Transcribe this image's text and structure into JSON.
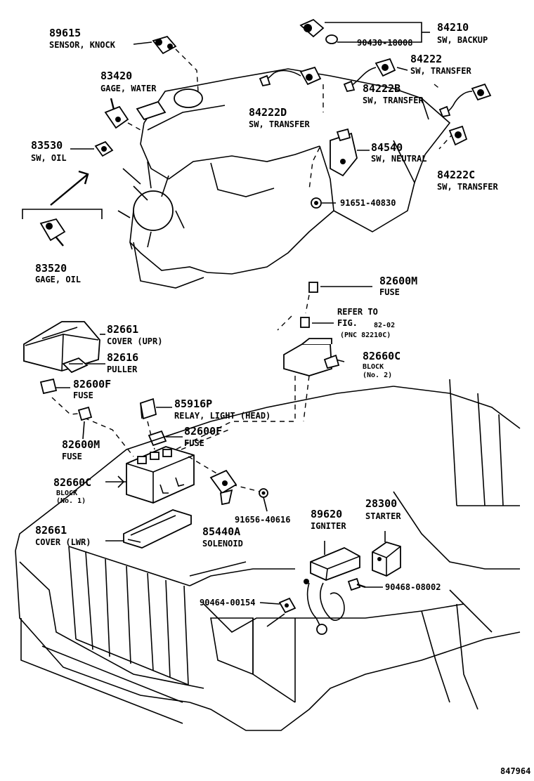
{
  "diagram_id": "847964",
  "labels": {
    "p89615": {
      "part": "89615",
      "name": "SENSOR, KNOCK"
    },
    "p83420": {
      "part": "83420",
      "name": "GAGE, WATER"
    },
    "p83530": {
      "part": "83530",
      "name": "SW, OIL"
    },
    "p83520": {
      "part": "83520",
      "name": "GAGE, OIL"
    },
    "p84210": {
      "part": "84210",
      "name": "SW, BACKUP"
    },
    "p90430": {
      "part": "90430-18008"
    },
    "p84222": {
      "part": "84222",
      "name": "SW, TRANSFER"
    },
    "p84222b": {
      "part": "84222B",
      "name": "SW, TRANSFER"
    },
    "p84222d": {
      "part": "84222D",
      "name": "SW, TRANSFER"
    },
    "p84540": {
      "part": "84540",
      "name": "SW, NEUTRAL"
    },
    "p84222c": {
      "part": "84222C",
      "name": "SW, TRANSFER"
    },
    "p91651": {
      "part": "91651-40830"
    },
    "p82600m_top": {
      "part": "82600M",
      "name": "FUSE"
    },
    "refer": {
      "line1": "REFER TO",
      "line2": "FIG.",
      "fig": "82-02",
      "pnc": "(PNC 82210C)"
    },
    "p82660c_top": {
      "part": "82660C",
      "name": "BLOCK",
      "sub": "(No. 2)"
    },
    "p82661_upr": {
      "part": "82661",
      "name": "COVER (UPR)"
    },
    "p82616": {
      "part": "82616",
      "name": "PULLER"
    },
    "p82600f_left": {
      "part": "82600F",
      "name": "FUSE"
    },
    "p85916p": {
      "part": "85916P",
      "name": "RELAY, LIGHT (HEAD)"
    },
    "p82600f_mid": {
      "part": "82600F",
      "name": "FUSE"
    },
    "p82600m_left": {
      "part": "82600M",
      "name": "FUSE"
    },
    "p82660c_left": {
      "part": "82660C",
      "name": "BLOCK",
      "sub": "(No. 1)"
    },
    "p91656": {
      "part": "91656-40616"
    },
    "p82661_lwr": {
      "part": "82661",
      "name": "COVER (LWR)"
    },
    "p85440a": {
      "part": "85440A",
      "name": "SOLENOID"
    },
    "p89620": {
      "part": "89620",
      "name": "IGNITER"
    },
    "p28300": {
      "part": "28300",
      "name": "STARTER"
    },
    "p90468": {
      "part": "90468-08002"
    },
    "p90464": {
      "part": "90464-00154"
    }
  }
}
